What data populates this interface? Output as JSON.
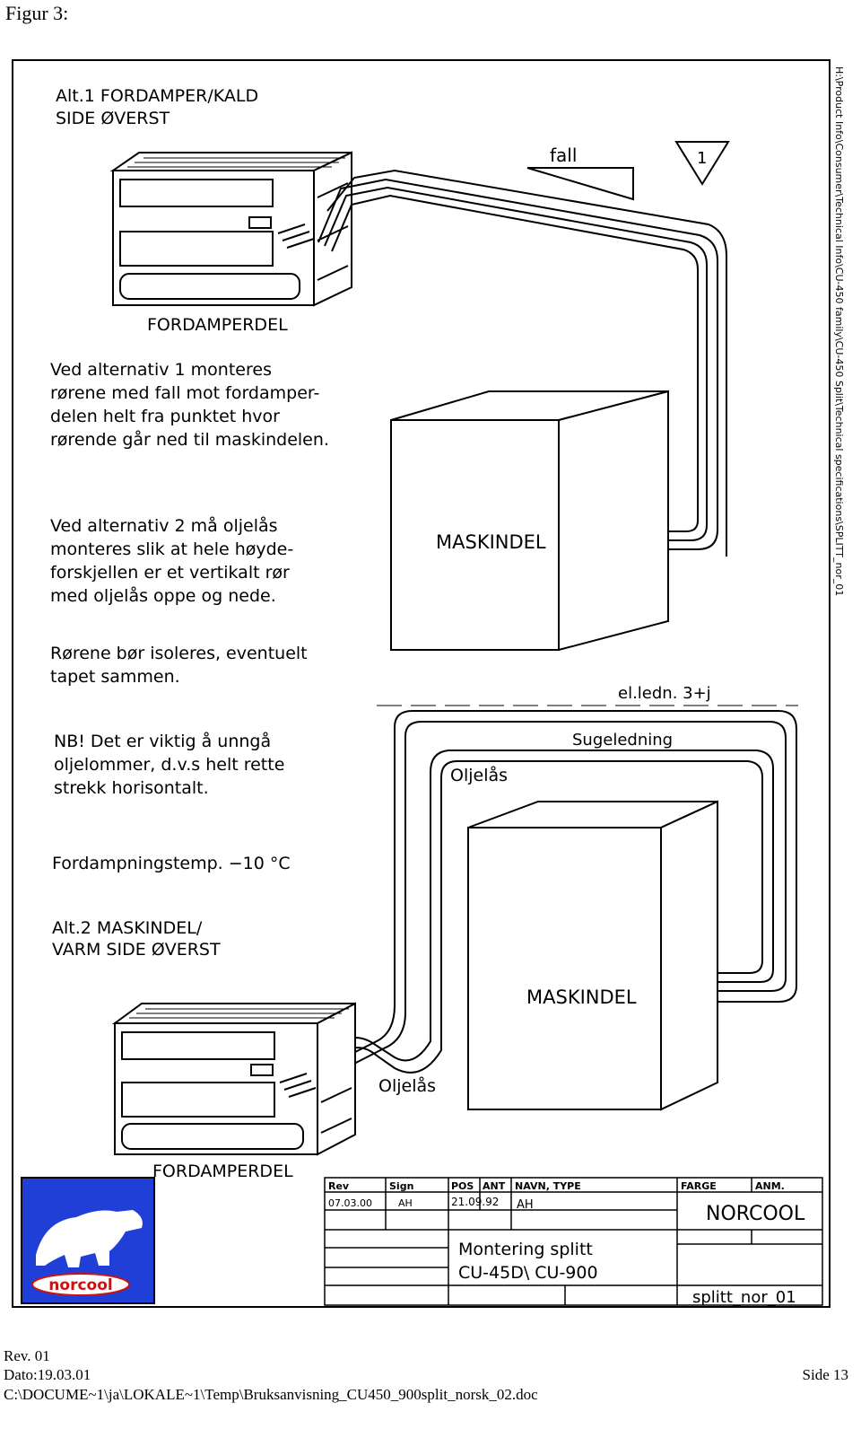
{
  "figure_label": "Figur 3:",
  "alt1": {
    "title_line1": "Alt.1 FORDAMPER/KALD",
    "title_line2": "SIDE ØVERST"
  },
  "alt2": {
    "title_line1": "Alt.2 MASKINDEL/",
    "title_line2": "VARM SIDE ØVERST"
  },
  "labels": {
    "fall": "fall",
    "marker": "1",
    "fordamperdel_top": "FORDAMPERDEL",
    "fordamperdel_bottom": "FORDAMPERDEL",
    "maskindel_top": "MASKINDEL",
    "maskindel_bottom": "MASKINDEL",
    "el_ledn": "el.ledn. 3+j",
    "sugeledning": "Sugeledning",
    "oljelas_upper": "Oljelås",
    "oljelas_lower": "Oljelås",
    "side_path": "H:\\Product Info\\Consumer\\Technical Info\\CU-450 family\\CU-450 Split\\Technical specifications\\SPLITT_nor_01"
  },
  "notes": {
    "p1": [
      "Ved alternativ 1 monteres",
      "rørene med fall mot fordamper-",
      "delen helt fra punktet hvor",
      "rørende går ned til maskindelen."
    ],
    "p2": [
      "Ved alternativ 2 må oljelås",
      "monteres slik at hele høyde-",
      "forskjellen er et vertikalt rør",
      "med oljelås oppe og nede."
    ],
    "p3": [
      "Rørene bør isoleres, eventuelt",
      "tapet sammen."
    ],
    "p4": [
      "NB! Det er viktig å unngå",
      "oljelommer, d.v.s helt rette",
      "strekk horisontalt."
    ],
    "p5": "Fordampningstemp. −10 °C"
  },
  "logo": {
    "text": "norcool",
    "bg_color": "#1f3fd6"
  },
  "title_block": {
    "headers": {
      "rev": "Rev",
      "sign": "Sign",
      "pos": "POS",
      "ant": "ANT",
      "navn_type": "NAVN, TYPE",
      "farge": "FARGE",
      "anm": "ANM."
    },
    "rev_date": "07.03.00",
    "rev_sign": "AH",
    "date": "21.09.92",
    "drawn_by": "AH",
    "company": "NORCOOL",
    "title_line1": "Montering splitt",
    "title_line2": "CU-45D\\ CU-900",
    "drawing_no": "splitt_nor_01"
  },
  "footer": {
    "rev": "Rev. 01",
    "dato": "Dato:19.03.01",
    "path": "C:\\DOCUME~1\\ja\\LOKALE~1\\Temp\\Bruksanvisning_CU450_900split_norsk_02.doc",
    "side": "Side 13"
  }
}
